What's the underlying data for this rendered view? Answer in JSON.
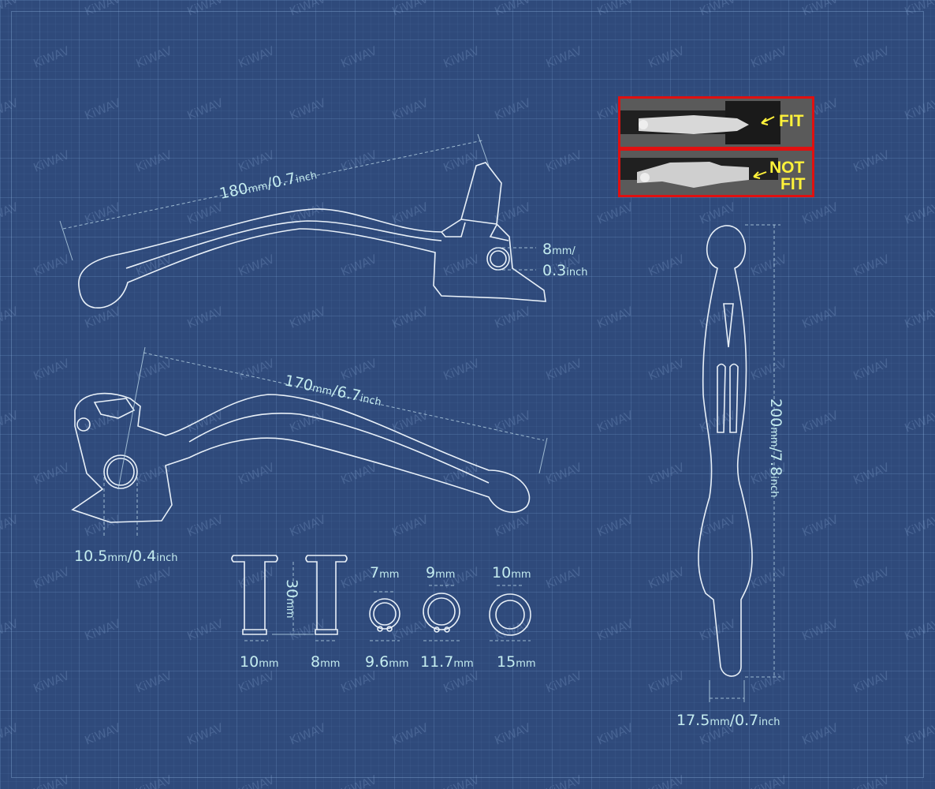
{
  "watermark": "KiWAV",
  "colors": {
    "background": "#2f4a7b",
    "label": "#c4ecef",
    "outline": "#e8f0f8",
    "inset_border": "#e01010",
    "fit_text": "#fff23a"
  },
  "dimensions": {
    "upper_length": {
      "v1": "180",
      "u1": "mm",
      "v2": "/0.7",
      "u2": "inch"
    },
    "upper_hole": {
      "v1": "8",
      "u1": "mm/",
      "v2": "0.3",
      "u2": "inch"
    },
    "lower_length": {
      "v1": "170",
      "u1": "mm",
      "v2": "/6.7",
      "u2": "inch"
    },
    "lower_hole": {
      "v1": "10.5",
      "u1": "mm",
      "v2": "/0.4",
      "u2": "inch"
    },
    "side_length": {
      "v1": "200",
      "u1": "mm",
      "v2": "/7.8",
      "u2": "inch"
    },
    "side_width": {
      "v1": "17.5",
      "u1": "mm",
      "v2": "/0.7",
      "u2": "inch"
    }
  },
  "hardware": {
    "pin_length": {
      "v": "30",
      "u": "mm"
    },
    "pin1": {
      "v": "10",
      "u": "mm"
    },
    "pin2": {
      "v": "8",
      "u": "mm"
    },
    "clip1": {
      "inner_v": "7",
      "inner_u": "mm",
      "outer_v": "9.6",
      "outer_u": "mm"
    },
    "clip2": {
      "inner_v": "9",
      "inner_u": "mm",
      "outer_v": "11.7",
      "outer_u": "mm"
    },
    "washer": {
      "inner_v": "10",
      "inner_u": "mm",
      "outer_v": "15",
      "outer_u": "mm"
    }
  },
  "inset": {
    "fit_label": "FIT",
    "not_label": "NOT",
    "not_fit_label": "FIT"
  }
}
